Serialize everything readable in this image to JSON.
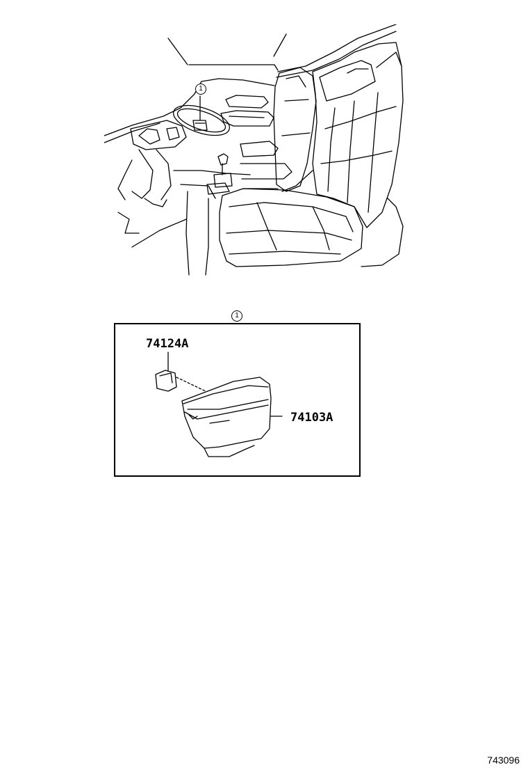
{
  "overview": {
    "callout_number": "1"
  },
  "detail": {
    "callout_number": "1",
    "parts": [
      {
        "number": "74124A"
      },
      {
        "number": "74103A"
      }
    ]
  },
  "diagram_id": "743096",
  "colors": {
    "line": "#000000",
    "background": "#ffffff"
  }
}
